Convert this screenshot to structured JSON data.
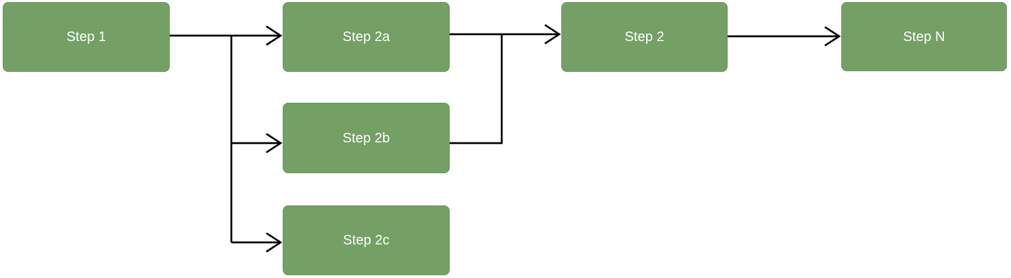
{
  "diagram": {
    "type": "flowchart",
    "background_color": "#ffffff",
    "node_fill_color": "#74a065",
    "node_border_color": "#6a955b",
    "node_text_color": "#ffffff",
    "connector_color": "#000000",
    "nodes": {
      "step1": {
        "label": "Step 1"
      },
      "step2a": {
        "label": "Step 2a"
      },
      "step2b": {
        "label": "Step 2b"
      },
      "step2c": {
        "label": "Step 2c"
      },
      "step2": {
        "label": "Step 2"
      },
      "stepN": {
        "label": "Step N"
      }
    },
    "edges": [
      {
        "from": "Step 1",
        "to": "Step 2a",
        "arrowhead": true
      },
      {
        "from": "Step 1",
        "to": "Step 2b",
        "arrowhead": true
      },
      {
        "from": "Step 1",
        "to": "Step 2c",
        "arrowhead": true
      },
      {
        "from": "Step 2a",
        "to": "Step 2",
        "arrowhead": true
      },
      {
        "from": "Step 2b",
        "to": "Step 2",
        "arrowhead": false
      },
      {
        "from": "Step 2",
        "to": "Step N",
        "arrowhead": true
      }
    ]
  }
}
